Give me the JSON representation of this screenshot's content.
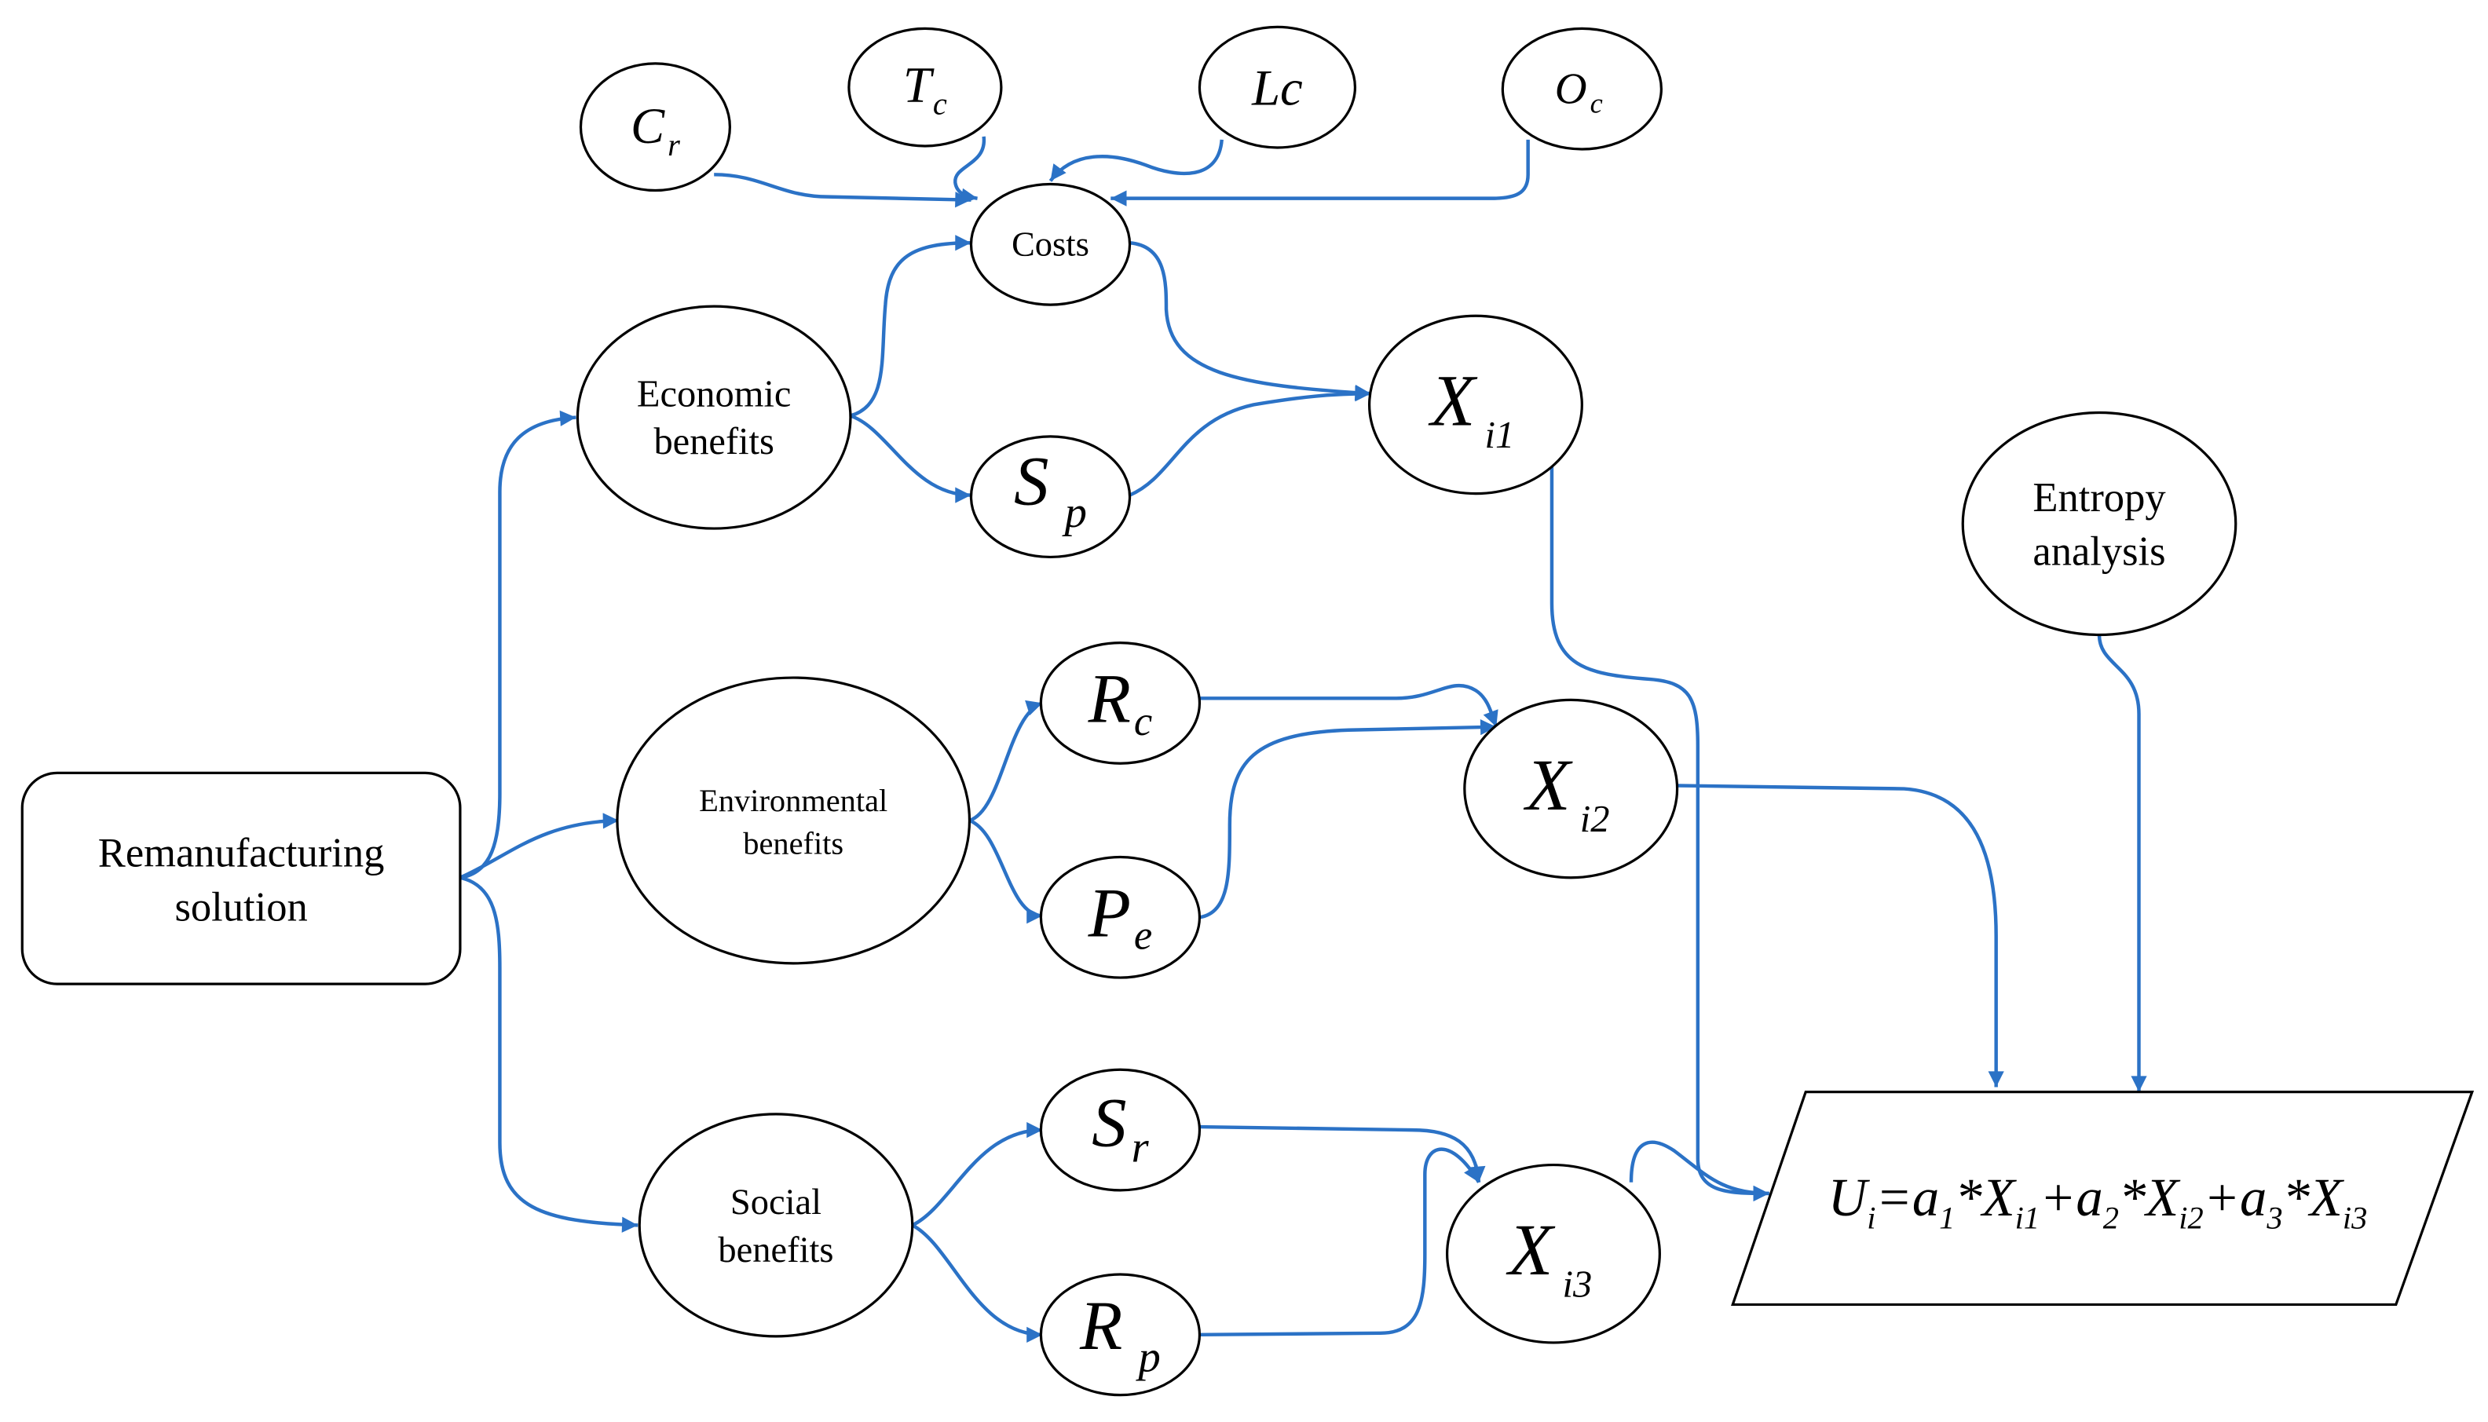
{
  "nodes": {
    "cr": {
      "main": "C",
      "sub": "r"
    },
    "tc": {
      "main": "T",
      "sub": "c"
    },
    "lc": {
      "main": "Lc"
    },
    "oc": {
      "main": "O",
      "sub": "c"
    },
    "costs": {
      "label": "Costs"
    },
    "economic": {
      "line1": "Economic",
      "line2": "benefits"
    },
    "sp": {
      "main": "S",
      "sub": "p"
    },
    "xi1": {
      "main": "X",
      "sub": "i1"
    },
    "entropy": {
      "line1": "Entropy",
      "line2": "analysis"
    },
    "rc": {
      "main": "R",
      "sub": "c"
    },
    "environmental": {
      "line1": "Environmental",
      "line2": "benefits"
    },
    "xi2": {
      "main": "X",
      "sub": "i2"
    },
    "pe": {
      "main": "P",
      "sub": "e"
    },
    "remanufacturing": {
      "line1": "Remanufacturing",
      "line2": "solution"
    },
    "sr": {
      "main": "S",
      "sub": "r"
    },
    "social": {
      "line1": "Social",
      "line2": "benefits"
    },
    "xi3": {
      "main": "X",
      "sub": "i3"
    },
    "rp": {
      "main": "R",
      "sub": "p"
    }
  },
  "formula": {
    "parts": [
      "U",
      "i",
      "=",
      "a",
      "1",
      "*",
      "X",
      "i1",
      "+",
      "a",
      "2",
      "*",
      "X",
      "i2",
      "+",
      "a",
      "3",
      "*",
      "X",
      "i3"
    ]
  },
  "colors": {
    "arrow": "#2b72c6",
    "outline": "#000000",
    "background": "#ffffff"
  }
}
